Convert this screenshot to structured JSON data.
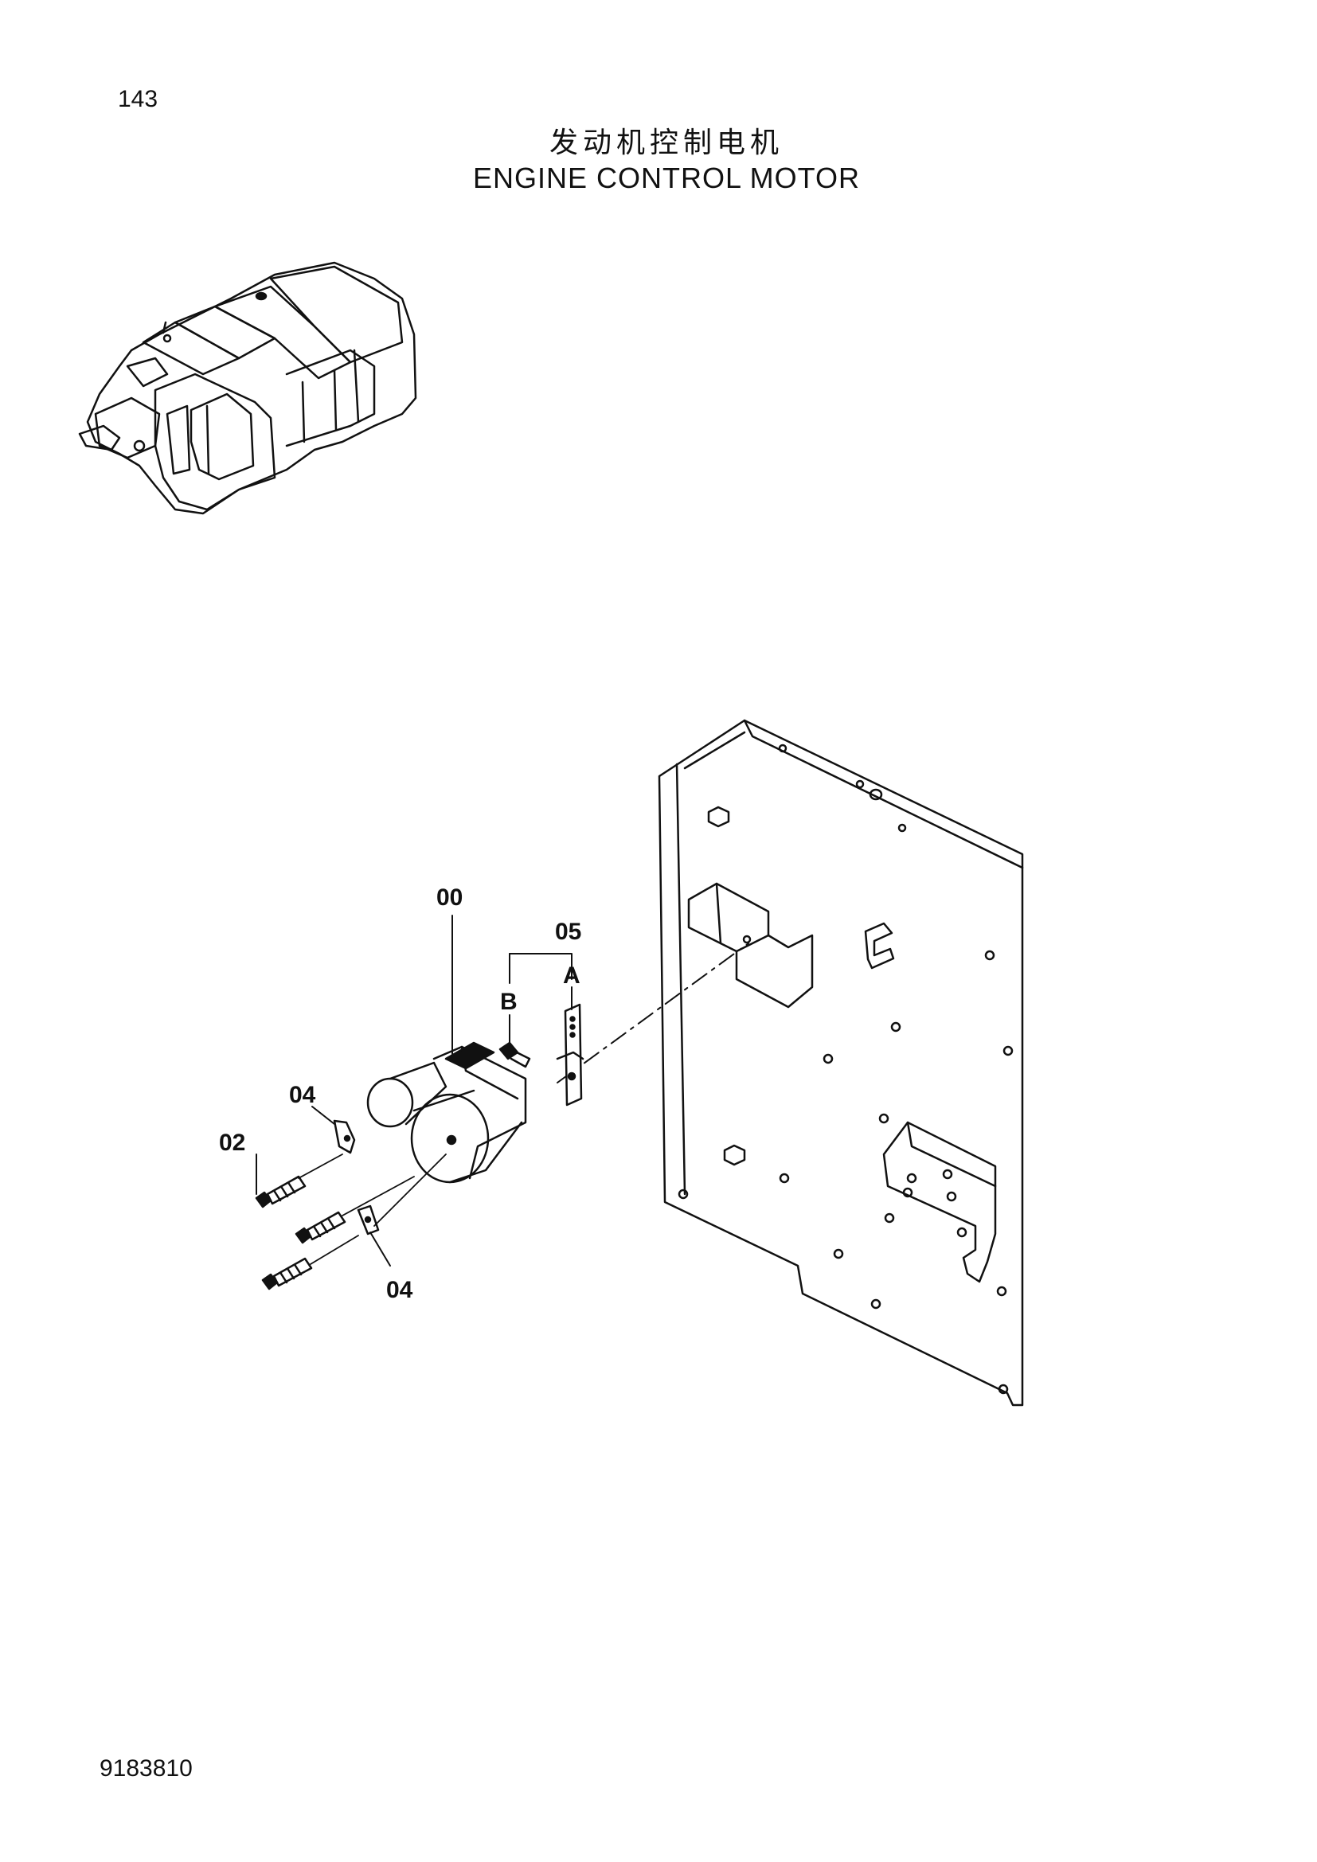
{
  "page_number": "143",
  "title_cn": "发动机控制电机",
  "title_en": "ENGINE  CONTROL  MOTOR",
  "doc_id": "9183810",
  "callouts": {
    "motor": "00",
    "group": "05",
    "part_a": "A",
    "part_b": "B",
    "bracket_upper": "04",
    "bolt": "02",
    "bracket_lower": "04"
  }
}
